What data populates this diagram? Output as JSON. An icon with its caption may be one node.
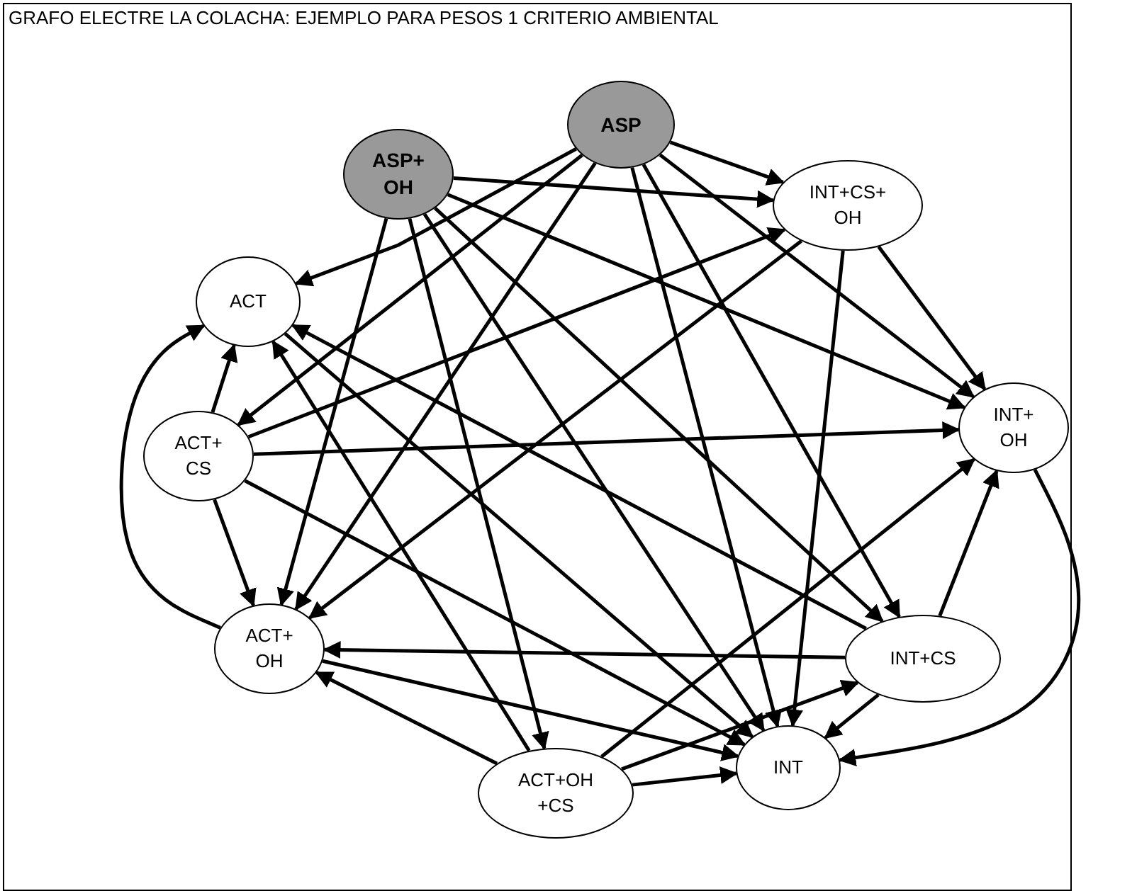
{
  "diagram": {
    "title": "GRAFO ELECTRE LA COLACHA: EJEMPLO PARA PESOS 1 CRITERIO AMBIENTAL",
    "nodes": [
      {
        "text": [
          "ASP"
        ]
      },
      {
        "text": [
          "ASP+ OH"
        ]
      },
      {
        "text": [
          "INT+CS+ OH"
        ]
      },
      {
        "text": [
          "ACT"
        ]
      },
      {
        "text": [
          "INT+ OH"
        ]
      },
      {
        "text": [
          "ACT+ CS"
        ]
      },
      {
        "text": [
          "ACT+ OH"
        ]
      },
      {
        "text": [
          "INT+CS"
        ]
      },
      {
        "text": [
          "ACT+OH +CS"
        ]
      },
      {
        "text": [
          "INT"
        ]
      }
    ],
    "edges": [
      {
        "from": 0,
        "to": 2,
        "arrow": "to"
      },
      {
        "from": 0,
        "to": 3,
        "arrow": "to"
      },
      {
        "from": 0,
        "to": 5,
        "arrow": "to"
      },
      {
        "from": 0,
        "to": 6,
        "arrow": "to"
      },
      {
        "from": 0,
        "to": 9,
        "arrow": "to"
      },
      {
        "from": 0,
        "to": 7,
        "arrow": "to"
      },
      {
        "from": 0,
        "to": 4,
        "arrow": "to"
      },
      {
        "from": 1,
        "to": 2,
        "arrow": "to"
      },
      {
        "from": 1,
        "to": 6,
        "arrow": "to"
      },
      {
        "from": 1,
        "to": 8,
        "arrow": "to"
      },
      {
        "from": 1,
        "to": 9,
        "arrow": "to"
      },
      {
        "from": 1,
        "to": 7,
        "arrow": "to"
      },
      {
        "from": 1,
        "to": 4,
        "arrow": "to"
      },
      {
        "from": 2,
        "to": 4,
        "arrow": "to"
      },
      {
        "from": 2,
        "to": 9,
        "arrow": "to"
      },
      {
        "from": 2,
        "to": 6,
        "arrow": "to"
      },
      {
        "from": 5,
        "to": 2,
        "arrow": "to"
      },
      {
        "from": 5,
        "to": 4,
        "arrow": "to"
      },
      {
        "from": 5,
        "to": 3,
        "arrow": "to"
      },
      {
        "from": 5,
        "to": 6,
        "arrow": "to"
      },
      {
        "from": 5,
        "to": 9,
        "arrow": "to"
      },
      {
        "from": 3,
        "to": 9,
        "arrow": "to"
      },
      {
        "from": 6,
        "to": 3,
        "arrow": "to"
      },
      {
        "from": 8,
        "to": 3,
        "arrow": "to"
      },
      {
        "from": 7,
        "to": 3,
        "arrow": "to"
      },
      {
        "from": 7,
        "to": 6,
        "arrow": "to"
      },
      {
        "from": 7,
        "to": 9,
        "arrow": "to"
      },
      {
        "from": 7,
        "to": 4,
        "arrow": "to"
      },
      {
        "from": 8,
        "to": 7,
        "arrow": "to"
      },
      {
        "from": 8,
        "to": 4,
        "arrow": "to"
      },
      {
        "from": 8,
        "to": 6,
        "arrow": "to"
      },
      {
        "from": 8,
        "to": 9,
        "arrow": "to"
      },
      {
        "from": 6,
        "to": 9,
        "arrow": "to"
      },
      {
        "from": 4,
        "to": 9,
        "arrow": "to"
      }
    ]
  }
}
